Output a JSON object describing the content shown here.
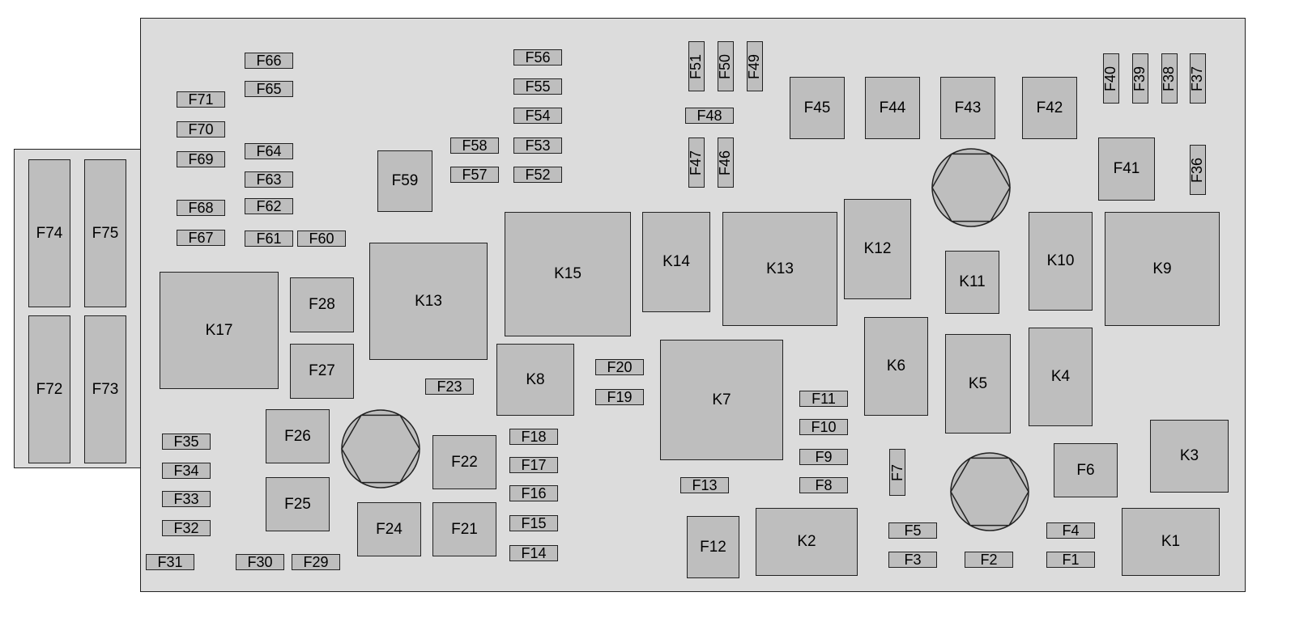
{
  "title": "Fuse box layout",
  "components": [
    "F66",
    "F65",
    "F71",
    "F70",
    "F64",
    "F69",
    "F63",
    "F68",
    "F62",
    "F67",
    "F61",
    "F60",
    "F56",
    "F55",
    "F54",
    "F53",
    "F58",
    "F57",
    "F52",
    "F59",
    "F51",
    "F50",
    "F49",
    "F48",
    "F47",
    "F46",
    "F45",
    "F44",
    "F43",
    "F42",
    "F40",
    "F39",
    "F38",
    "F37",
    "F41",
    "F36",
    "F74",
    "F75",
    "F72",
    "F73",
    "K17",
    "F28",
    "F27",
    "K13",
    "K15",
    "K14",
    "K13",
    "K12",
    "K11",
    "K10",
    "K9",
    "K8",
    "F23",
    "F20",
    "F19",
    "K7",
    "F11",
    "F10",
    "F9",
    "F8",
    "K6",
    "K5",
    "K4",
    "K3",
    "F6",
    "F7",
    "F35",
    "F34",
    "F33",
    "F32",
    "F31",
    "F30",
    "F29",
    "F26",
    "F25",
    "F22",
    "F24",
    "F21",
    "F18",
    "F17",
    "F16",
    "F15",
    "F14",
    "F13",
    "F12",
    "K2",
    "F5",
    "F3",
    "F2",
    "F4",
    "F1",
    "K1"
  ],
  "colors": {
    "panel": "#dcdcdc",
    "component": "#bebebe",
    "border": "#222222"
  }
}
